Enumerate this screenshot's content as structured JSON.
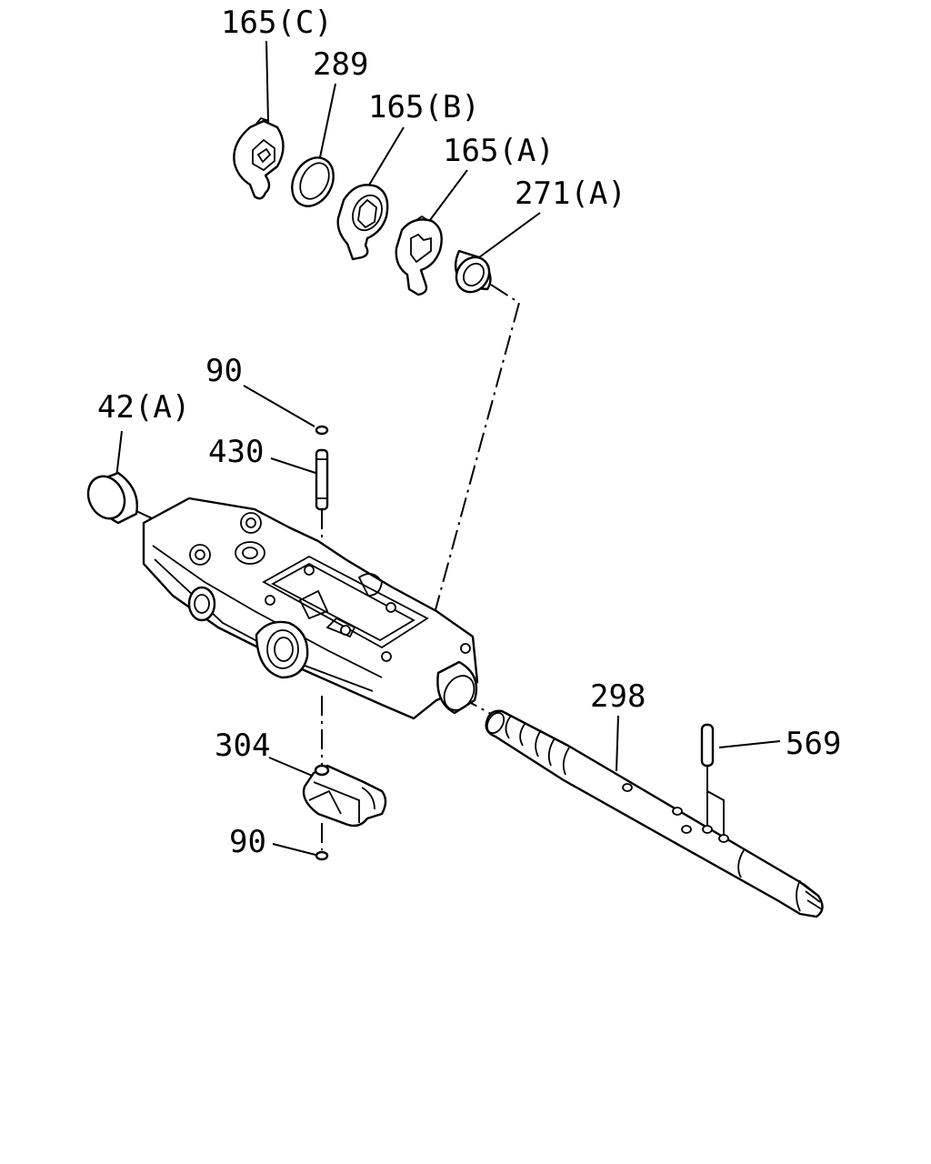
{
  "labels": {
    "p165c": "165(C)",
    "p289": "289",
    "p165b": "165(B)",
    "p165a": "165(A)",
    "p271a": "271(A)",
    "p90_top": "90",
    "p42a": "42(A)",
    "p430": "430",
    "p298": "298",
    "p569": "569",
    "p304": "304",
    "p90_bottom": "90"
  }
}
